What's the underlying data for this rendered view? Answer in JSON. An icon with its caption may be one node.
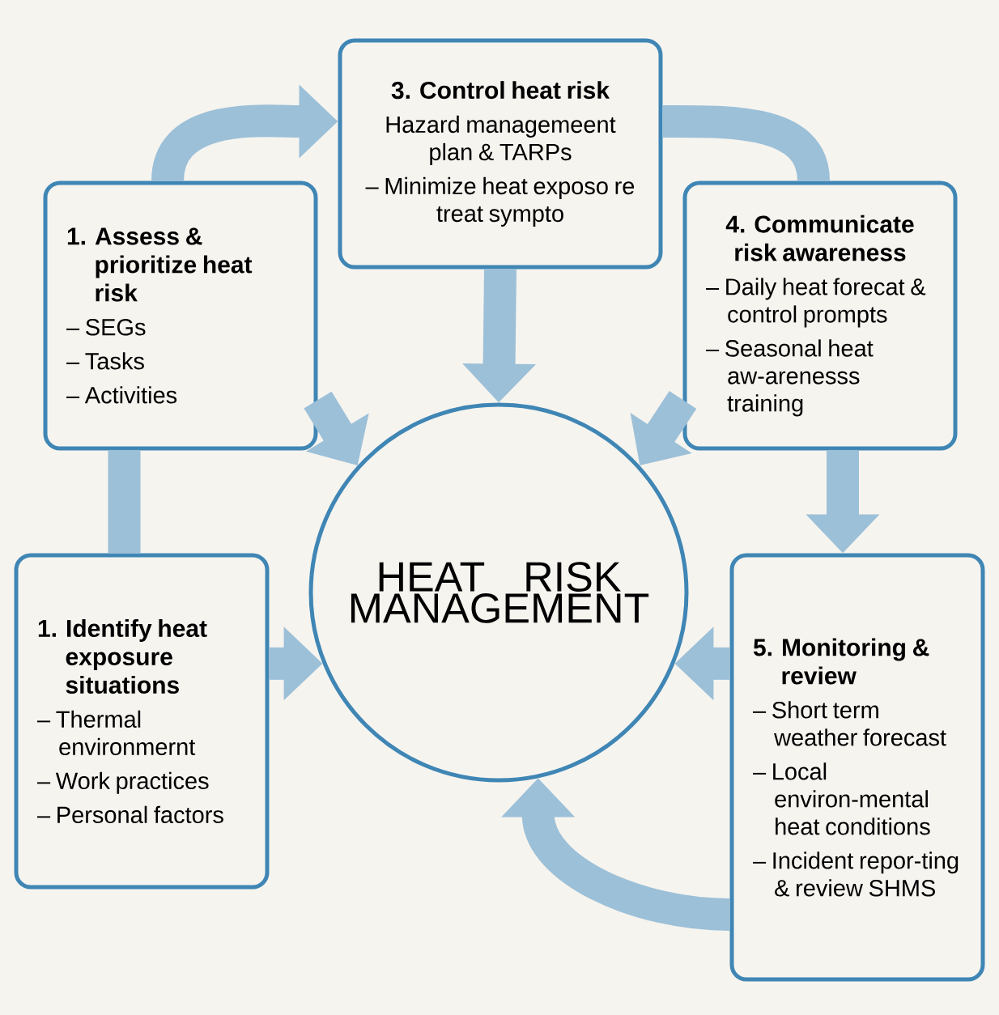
{
  "diagram": {
    "nodes": [
      {
        "text": [
          "HEAT RISK MANAGEMENT"
        ]
      },
      {
        "text": [
          "1. Assess & prioritize heat risk",
          "– SEGs",
          "– Tasks",
          "– Activities"
        ]
      },
      {
        "text": [
          "3. Control heat risk",
          "Hazard managemeent plan & TARPs",
          "– Minimize heat exposo re treat sympto"
        ]
      },
      {
        "text": [
          "4. Communicate risk awareness",
          "– Daily heat forecat & control prompts",
          "– Seasonal heat aw-arenesss training"
        ]
      },
      {
        "text": [
          "5. Monitoring & review",
          "– Short term weather forecast",
          "– Local environ-mental heat conditions",
          "– Incident repor-ting & review SHMS"
        ]
      },
      {
        "text": [
          "1. Identify heat exposure situations",
          "– Thermal environmernt",
          "– Work practices",
          "– Personal factors"
        ]
      }
    ],
    "edges": [
      {
        "from": 5,
        "to": 0,
        "arrow": "to"
      },
      {
        "from": 5,
        "to": 1,
        "arrow": "none"
      },
      {
        "from": 1,
        "to": 2,
        "arrow": "to"
      },
      {
        "from": 1,
        "to": 0,
        "arrow": "to"
      },
      {
        "from": 2,
        "to": 0,
        "arrow": "to"
      },
      {
        "from": 2,
        "to": 3,
        "arrow": "none"
      },
      {
        "from": 3,
        "to": 0,
        "arrow": "to"
      },
      {
        "from": 3,
        "to": 4,
        "arrow": "to"
      },
      {
        "from": 4,
        "to": 0,
        "arrow": "to"
      },
      {
        "from": 4,
        "to": 0,
        "arrow": "to"
      }
    ]
  }
}
